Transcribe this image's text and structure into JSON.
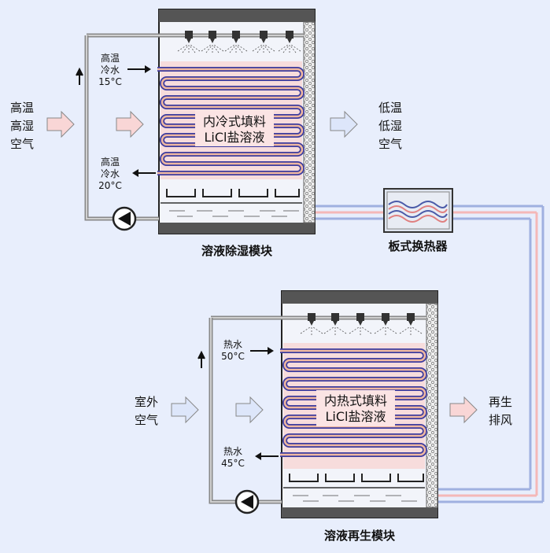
{
  "colors": {
    "background": "#e8eefc",
    "hot_arrow_fill": "#f9d6d6",
    "cold_arrow_fill": "#dde6fa",
    "packing_fill": "#f7dcdc",
    "coil_outer": "#3c3ca0",
    "coil_inner": "#f0b8a0",
    "hot_pipe": "#f4b8b8",
    "cold_pipe": "#9fb0e0",
    "tank_water": "#c8d4f4",
    "frame_dark": "#444444"
  },
  "dehumid": {
    "title": "溶液除湿模块",
    "inlet_air": [
      "高温",
      "高湿",
      "空气"
    ],
    "outlet_air": [
      "低温",
      "低湿",
      "空气"
    ],
    "cold_in": {
      "name": "冷水",
      "prefix": "高温",
      "temp": "15°C"
    },
    "cold_out": {
      "name": "冷水",
      "prefix": "高温",
      "temp": "20°C"
    },
    "packing_line1": "内冷式填料",
    "packing_line2": "LiCl盐溶液"
  },
  "regen": {
    "title": "溶液再生模块",
    "inlet_air": [
      "室外",
      "空气"
    ],
    "outlet_air": [
      "再生",
      "排风"
    ],
    "hot_in": {
      "name": "热水",
      "temp": "50°C"
    },
    "hot_out": {
      "name": "热水",
      "temp": "45°C"
    },
    "packing_line1": "内热式填料",
    "packing_line2": "LiCl盐溶液"
  },
  "heat_exchanger": {
    "title": "板式换热器"
  },
  "icons": [
    "pump-icon",
    "spray-nozzle-icon",
    "right-arrow-icon",
    "up-arrow-icon",
    "heat-exchanger-icon"
  ]
}
